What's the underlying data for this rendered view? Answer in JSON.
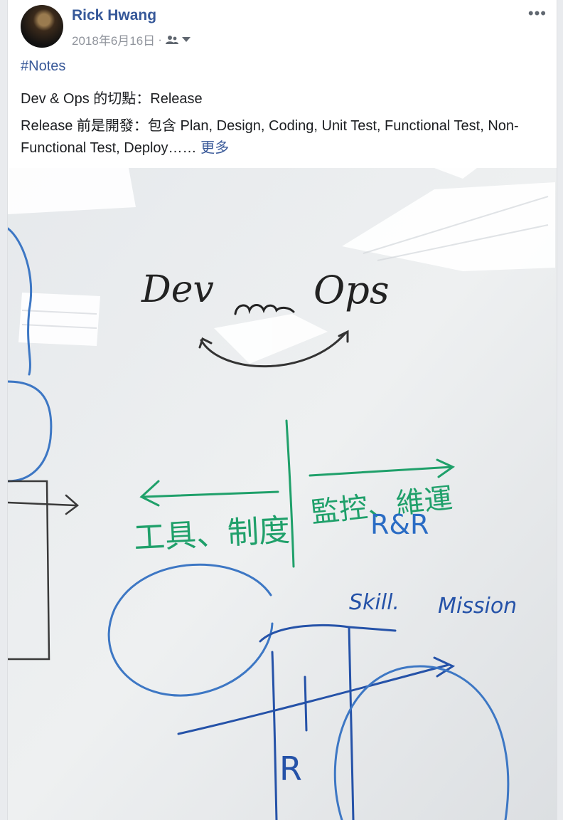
{
  "post": {
    "author": "Rick Hwang",
    "date": "2018年6月16日",
    "separator": "·",
    "hashtag": "#Notes",
    "line1": "Dev & Ops 的切點：Release",
    "line2": "Release 前是開發：包含 Plan, Design, Coding, Unit Test, Functional Test, Non-Functional Test, Deploy…… ",
    "see_more": "更多",
    "more_options": "•••"
  },
  "whiteboard": {
    "dev_text": "Dev",
    "ops_text": "Ops",
    "left_cn": "工具、制度",
    "right_cn": "監控、維運",
    "rr": "R&R",
    "skill": "Skill.",
    "mission": "Mission",
    "r_letter": "R"
  },
  "colors": {
    "link": "#385898",
    "name": "#365899",
    "green_marker": "#1fa06a",
    "blue_marker": "#2a6cc4",
    "black_marker": "#222222"
  }
}
